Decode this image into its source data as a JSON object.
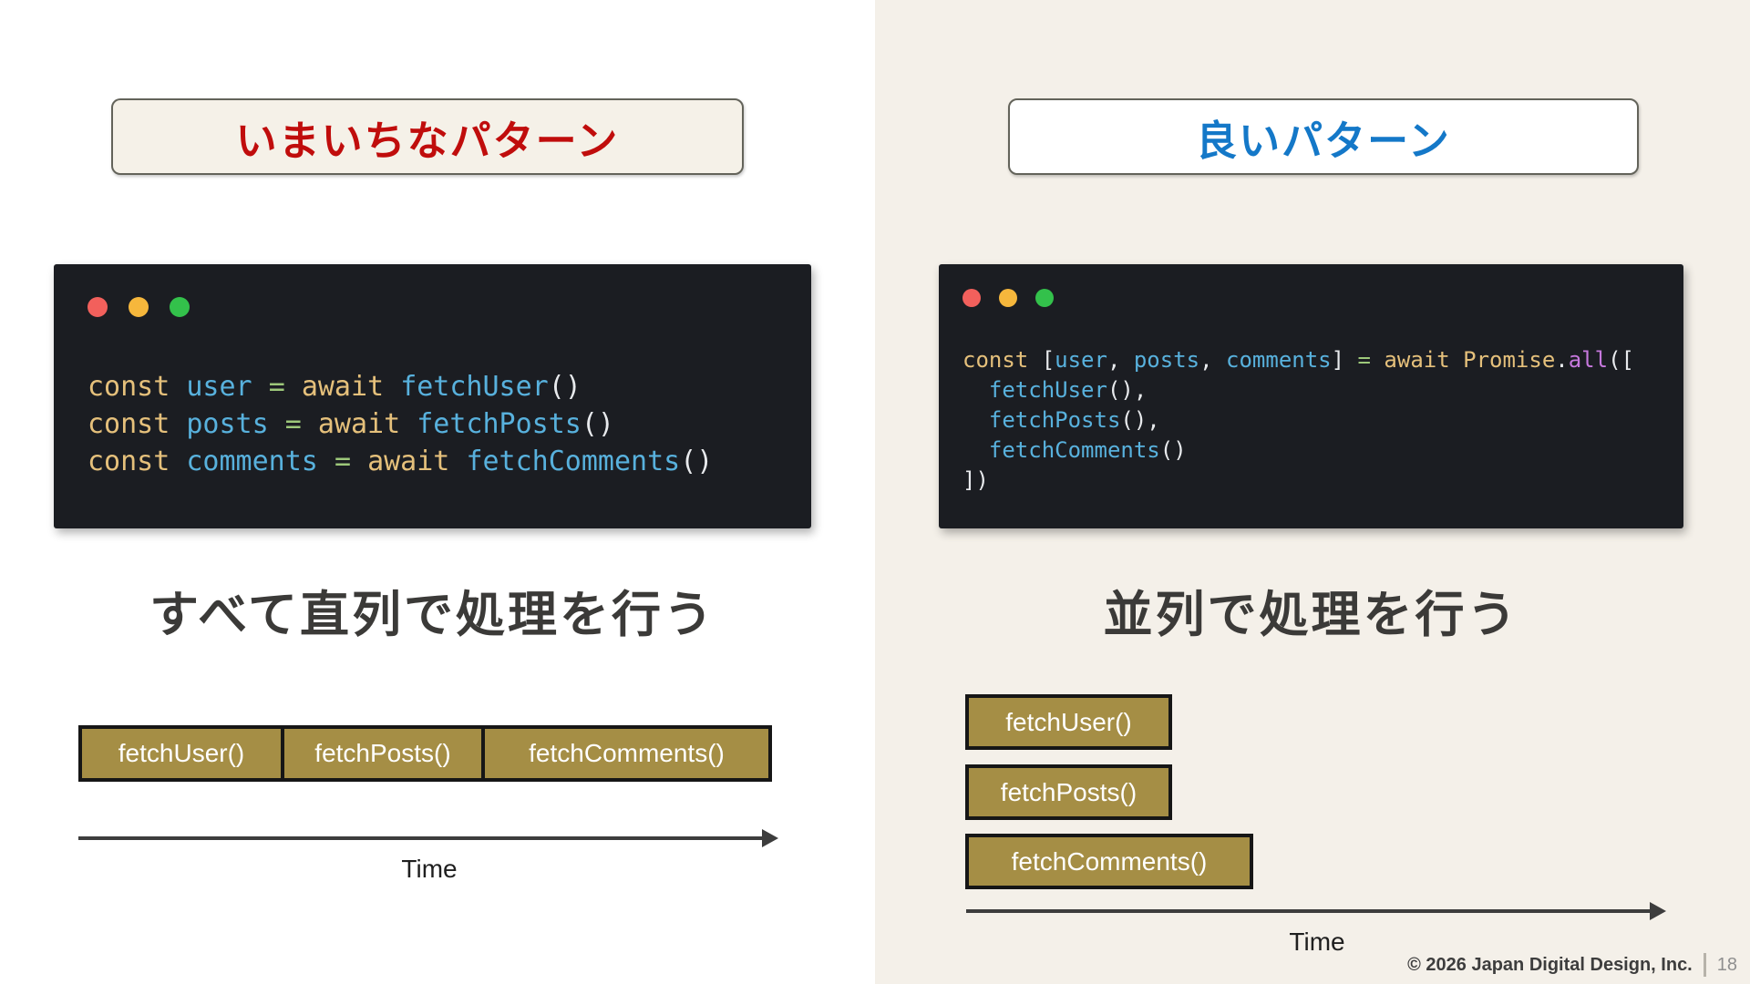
{
  "left_panel": {
    "title": "いまいちなパターン",
    "caption": "すべて直列で処理を行う",
    "time_label": "Time",
    "window_dots": [
      "red",
      "yellow",
      "green"
    ],
    "code_lines": [
      [
        {
          "t": "const ",
          "c": "kw"
        },
        {
          "t": "user ",
          "c": "name"
        },
        {
          "t": "= ",
          "c": "op"
        },
        {
          "t": "await ",
          "c": "kw"
        },
        {
          "t": "fetchUser",
          "c": "name"
        },
        {
          "t": "()",
          "c": "punc"
        }
      ],
      [
        {
          "t": "const ",
          "c": "kw"
        },
        {
          "t": "posts ",
          "c": "name"
        },
        {
          "t": "= ",
          "c": "op"
        },
        {
          "t": "await ",
          "c": "kw"
        },
        {
          "t": "fetchPosts",
          "c": "name"
        },
        {
          "t": "()",
          "c": "punc"
        }
      ],
      [
        {
          "t": "const ",
          "c": "kw"
        },
        {
          "t": "comments ",
          "c": "name"
        },
        {
          "t": "= ",
          "c": "op"
        },
        {
          "t": "await ",
          "c": "kw"
        },
        {
          "t": "fetchComments",
          "c": "name"
        },
        {
          "t": "()",
          "c": "punc"
        }
      ]
    ],
    "bars": [
      {
        "label": "fetchUser()"
      },
      {
        "label": "fetchPosts()"
      },
      {
        "label": "fetchComments()"
      }
    ]
  },
  "right_panel": {
    "title": "良いパターン",
    "caption": "並列で処理を行う",
    "time_label": "Time",
    "window_dots": [
      "red",
      "yellow",
      "green"
    ],
    "code_lines": [
      [
        {
          "t": "const ",
          "c": "kw"
        },
        {
          "t": "[",
          "c": "punc"
        },
        {
          "t": "user",
          "c": "name"
        },
        {
          "t": ", ",
          "c": "punc"
        },
        {
          "t": "posts",
          "c": "name"
        },
        {
          "t": ", ",
          "c": "punc"
        },
        {
          "t": "comments",
          "c": "name"
        },
        {
          "t": "] ",
          "c": "punc"
        },
        {
          "t": "= ",
          "c": "op"
        },
        {
          "t": "await ",
          "c": "kw"
        },
        {
          "t": "Promise",
          "c": "kw"
        },
        {
          "t": ".",
          "c": "punc"
        },
        {
          "t": "all",
          "c": "method"
        },
        {
          "t": "([",
          "c": "punc"
        }
      ],
      [
        {
          "t": "  ",
          "c": "punc"
        },
        {
          "t": "fetchUser",
          "c": "name"
        },
        {
          "t": "(),",
          "c": "punc"
        }
      ],
      [
        {
          "t": "  ",
          "c": "punc"
        },
        {
          "t": "fetchPosts",
          "c": "name"
        },
        {
          "t": "(),",
          "c": "punc"
        }
      ],
      [
        {
          "t": "  ",
          "c": "punc"
        },
        {
          "t": "fetchComments",
          "c": "name"
        },
        {
          "t": "()",
          "c": "punc"
        }
      ],
      [
        {
          "t": "])",
          "c": "punc"
        }
      ]
    ],
    "bars": [
      {
        "label": "fetchUser()"
      },
      {
        "label": "fetchPosts()"
      },
      {
        "label": "fetchComments()"
      }
    ]
  },
  "footer": {
    "copyright": "© 2026 Japan Digital Design, Inc.",
    "page_number": "18"
  },
  "colors": {
    "bad_pattern_red": "#c00d0c",
    "good_pattern_blue": "#1478c8",
    "right_panel_bg": "#f4f0e9",
    "title_box_cream": "#f5f1e8",
    "code_bg": "#1b1d22",
    "bar_gold": "#a58e45",
    "bar_border": "#161616",
    "caption_gray": "#3b3a38",
    "token_keyword": "#e5c07b",
    "token_name": "#58b1dd",
    "token_operator": "#9dc87a",
    "token_punctuation": "#e8eaed",
    "token_method": "#c678dd",
    "dot_red": "#f2605c",
    "dot_yellow": "#f6b73c",
    "dot_green": "#33c14b"
  }
}
